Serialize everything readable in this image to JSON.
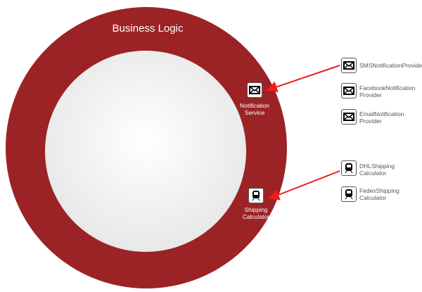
{
  "title": "Business Logic",
  "services": [
    {
      "label": "Notification Service",
      "icon": "envelope-icon"
    },
    {
      "label": "Shipping Calculator",
      "icon": "train-icon"
    }
  ],
  "providers": [
    {
      "label": "SMSNotificationProvider",
      "icon": "envelope-icon"
    },
    {
      "label": "FacebookNotification Provider",
      "icon": "envelope-icon"
    },
    {
      "label": "EmailNotification Provider",
      "icon": "envelope-icon"
    },
    {
      "label": "DHLShipping Calculator",
      "icon": "train-icon"
    },
    {
      "label": "FedexShipping Calculator",
      "icon": "train-icon"
    }
  ],
  "colors": {
    "ring": "#9b2325",
    "arrow": "#ee1c1c"
  }
}
